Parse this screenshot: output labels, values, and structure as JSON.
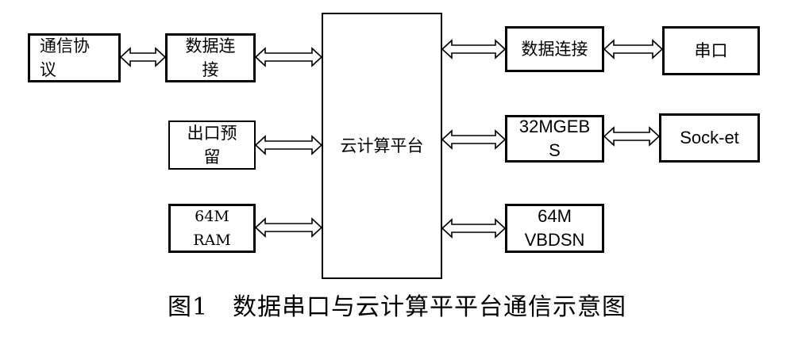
{
  "boxes": {
    "protocol": "通信协\n议",
    "data_conn_left": "数据连\n接",
    "outlet_reserve": "出口预\n留",
    "ram": "64M\nRAM",
    "platform": "云计算平台",
    "data_conn_right": "数据连接",
    "serial": "串口",
    "gebs": "32MGEB\nS",
    "socket": "Sock-et",
    "vbdsn": "64M\nVBDSN"
  },
  "caption": "图1　数据串口与云计算平平台通信示意图"
}
